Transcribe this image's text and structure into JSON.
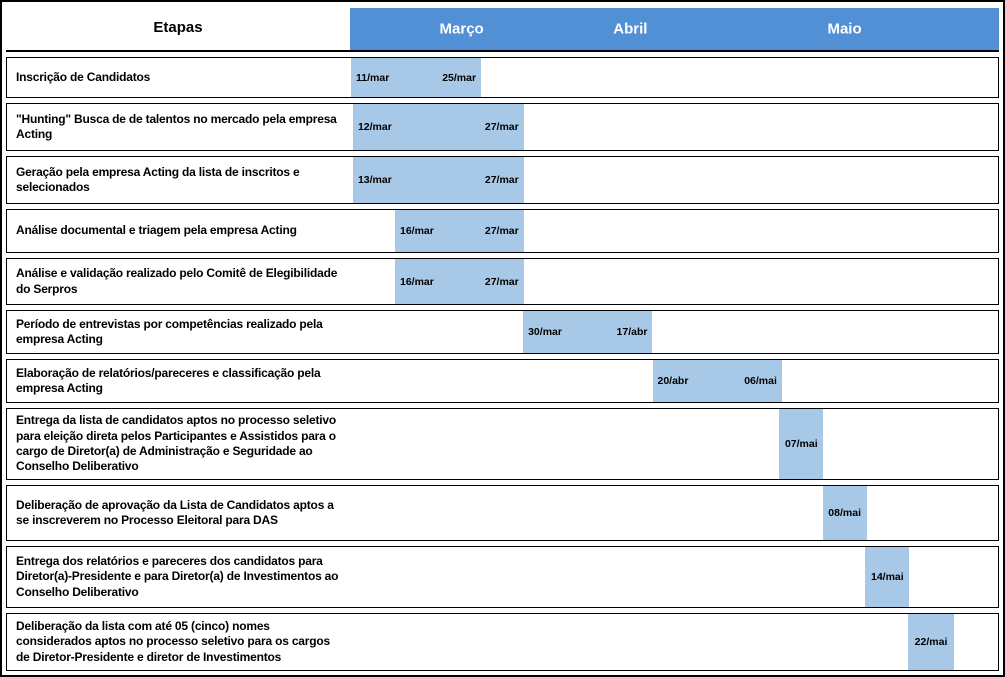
{
  "chart_data": {
    "type": "bar",
    "subtype": "gantt",
    "title": "",
    "etapas_label": "Etapas",
    "months": [
      {
        "label": "Março",
        "center_pct": 17.2
      },
      {
        "label": "Abril",
        "center_pct": 43.2
      },
      {
        "label": "Maio",
        "center_pct": 76.2
      }
    ],
    "colors": {
      "header_blue": "#5190D4",
      "bar_blue": "#A8C8E8",
      "border_black": "#000000"
    },
    "tasks": [
      {
        "label": "Inscrição de Candidatos",
        "start": "11/mar",
        "end": "25/mar",
        "bar": {
          "left_pct": 0,
          "width_pct": 20.1
        }
      },
      {
        "label": "\"Hunting\" Busca de de talentos no mercado pela empresa Acting",
        "start": "12/mar",
        "end": "27/mar",
        "bar": {
          "left_pct": 0.3,
          "width_pct": 26.4
        }
      },
      {
        "label": "Geração pela empresa Acting da lista de inscritos e selecionados",
        "start": "13/mar",
        "end": "27/mar",
        "bar": {
          "left_pct": 0.3,
          "width_pct": 26.4
        }
      },
      {
        "label": "Análise documental e triagem pela empresa Acting",
        "start": "16/mar",
        "end": "27/mar",
        "bar": {
          "left_pct": 6.8,
          "width_pct": 19.9
        }
      },
      {
        "label": "Análise e validação realizado pelo Comitê de Elegibilidade do Serpros",
        "start": "16/mar",
        "end": "27/mar",
        "bar": {
          "left_pct": 6.8,
          "width_pct": 19.9
        }
      },
      {
        "label": "Período de entrevistas por competências realizado pela empresa Acting",
        "start": "30/mar",
        "end": "17/abr",
        "bar": {
          "left_pct": 26.6,
          "width_pct": 20.0
        }
      },
      {
        "label": "Elaboração de relatórios/pareceres e classificação pela empresa Acting",
        "start": "20/abr",
        "end": "06/mai",
        "bar": {
          "left_pct": 46.6,
          "width_pct": 20.0
        }
      },
      {
        "label": "Entrega da lista de candidatos aptos no processo seletivo para eleição direta pelos Participantes e Assistidos para o  cargo de Diretor(a) de Administração e Seguridade ao Conselho Deliberativo",
        "start": "07/mai",
        "end": null,
        "bar": {
          "left_pct": 66.2,
          "width_pct": 6.8
        }
      },
      {
        "label": "Deliberação de aprovação da Lista de Candidatos aptos a se inscreverem no Processo Eleitoral para DAS",
        "start": "08/mai",
        "end": null,
        "bar": {
          "left_pct": 72.9,
          "width_pct": 6.8
        }
      },
      {
        "label": "Entrega dos relatórios e pareceres dos candidatos para Diretor(a)-Presidente e para Diretor(a) de Investimentos ao Conselho Deliberativo",
        "start": "14/mai",
        "end": null,
        "bar": {
          "left_pct": 79.5,
          "width_pct": 6.8
        }
      },
      {
        "label": "Deliberação da lista com até 05 (cinco) nomes considerados aptos no processo seletivo para os cargos de Diretor-Presidente e diretor de Investimentos",
        "start": "22/mai",
        "end": null,
        "bar": {
          "left_pct": 86.1,
          "width_pct": 7.1
        }
      }
    ]
  }
}
